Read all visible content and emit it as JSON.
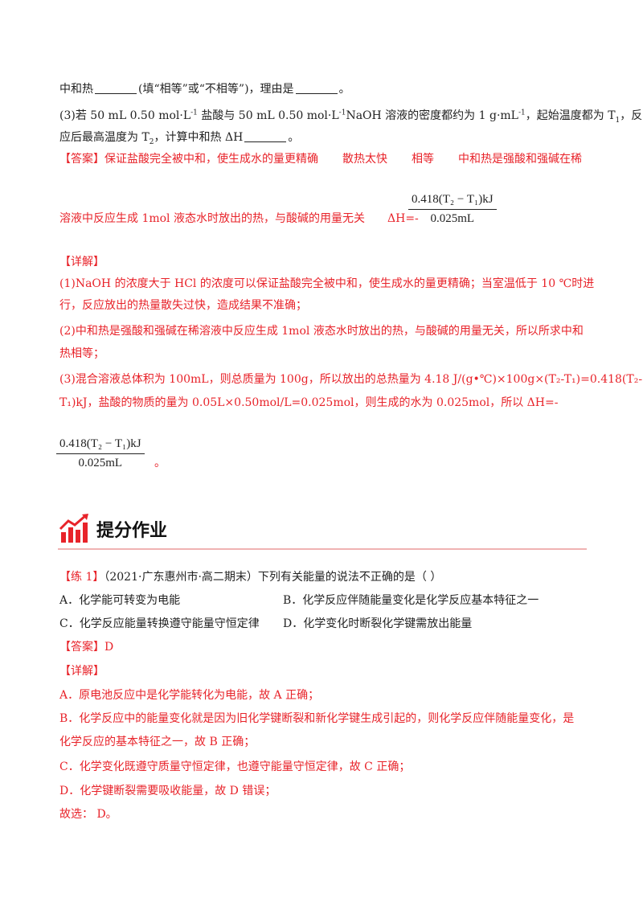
{
  "q2_line": {
    "pre": "中和热",
    "mid": "(填“相等”或“不相等”)，理由是",
    "end": "。"
  },
  "q3_line1": {
    "a": "(3)若 50 mL 0.50 mol·L",
    "sup1": "-1",
    "b": " 盐酸与 50 mL 0.50 mol·L",
    "sup2": "-1",
    "c": "NaOH 溶液的密度都约为 1 g·mL",
    "sup3": "-1",
    "d": "，起始温度都为 T",
    "sub1": "1",
    "e": "，反"
  },
  "q3_line2": {
    "a": "应后最高温度为 T",
    "sub1": "2",
    "b": "，计算中和热 ΔH",
    "end": "。"
  },
  "answer1": {
    "label": "【答案】",
    "p1": "保证盐酸完全被中和，使生成水的量更精确",
    "p2": "散热太快",
    "p3": "相等",
    "p4": "中和热是强酸和强碱在稀"
  },
  "answer1_line2": {
    "text": "溶液中反应生成 1mol  液态水时放出的热，与酸碱的用量无关",
    "dh": "ΔH=-"
  },
  "fraction": {
    "num": "0.418(T₂ − T₁)kJ",
    "den": "0.025mL"
  },
  "detail1": {
    "label": "【详解】",
    "l1": "(1)NaOH 的浓度大于 HCl 的浓度可以保证盐酸完全被中和，使生成水的量更精确；当室温低于 10 ℃时进",
    "l2": "行，反应放出的热量散失过快，造成结果不准确；",
    "l3": "(2)中和热是强酸和强碱在稀溶液中反应生成 1mol  液态水时放出的热，与酸碱的用量无关，所以所求中和",
    "l4": "热相等；",
    "l5": "(3)混合溶液总体积为 100mL，则总质量为 100g，所以放出的总热量为 4.18 J/(g•℃)×100g×(T₂-T₁)=0.418(T₂-",
    "l6": "T₁)kJ，盐酸的物质的量为 0.05L×0.50mol/L=0.025mol，则生成的水为 0.025mol，所以 ΔH=-"
  },
  "fraction2_tail": "。",
  "section": {
    "title": "提分作业",
    "icon": "chart-trend-icon"
  },
  "practice1": {
    "label": "【练 1】",
    "stem": "（2021·广东惠州市·高二期末）下列有关能量的说法不正确的是（      ）",
    "options": [
      "A．化学能可转变为电能",
      "B．化学反应伴随能量变化是化学反应基本特征之一",
      "C．化学反应能量转换遵守能量守恒定律",
      "D．化学变化时断裂化学键需放出能量"
    ],
    "answer_label": "【答案】",
    "answer": "D",
    "detail_label": "【详解】",
    "details": [
      "A．原电池反应中是化学能转化为电能，故 A 正确；",
      "B．化学反应中的能量变化就是因为旧化学键断裂和新化学键生成引起的，则化学反应伴随能量变化，是",
      "化学反应的基本特征之一，故 B 正确；",
      "C．化学变化既遵守质量守恒定律，也遵守能量守恒定律，故 C 正确；",
      "D．化学键断裂需要吸收能量，故 D 错误；",
      "故选：  D。"
    ]
  },
  "colors": {
    "red": "#e8232a",
    "rule": "#f0b3b3"
  }
}
